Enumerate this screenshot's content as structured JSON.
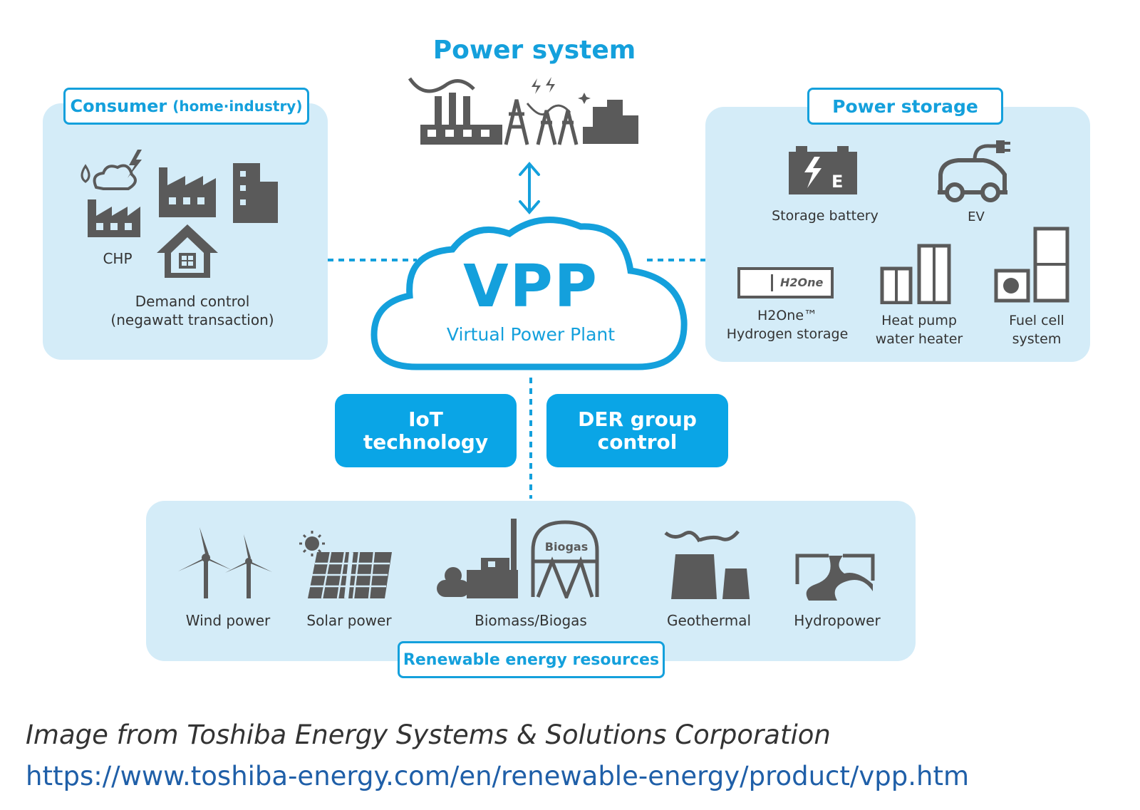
{
  "power_system": {
    "title": "Power system"
  },
  "consumer": {
    "tab_main": "Consumer",
    "tab_sub": "(home·industry)",
    "chp_label": "CHP",
    "demand_line1": "Demand control",
    "demand_line2": "(negawatt transaction)"
  },
  "storage": {
    "tab": "Power storage",
    "battery_label": "Storage battery",
    "ev_label": "EV",
    "h2_logo": "H2One",
    "h2_line1": "H2One™",
    "h2_line2": "Hydrogen storage",
    "heatpump_line1": "Heat pump",
    "heatpump_line2": "water heater",
    "fuelcell_line1": "Fuel cell",
    "fuelcell_line2": "system"
  },
  "vpp": {
    "title": "VPP",
    "subtitle": "Virtual Power Plant"
  },
  "iot": {
    "line1": "IoT",
    "line2": "technology"
  },
  "der": {
    "line1": "DER group",
    "line2": "control"
  },
  "renewable": {
    "tab": "Renewable energy resources",
    "wind": "Wind power",
    "solar": "Solar power",
    "biomass": "Biomass/Biogas",
    "biogas_tank": "Biogas",
    "geothermal": "Geothermal",
    "hydro": "Hydropower"
  },
  "caption": {
    "credit": "Image from Toshiba Energy Systems & Solutions Corporation",
    "url": "https://www.toshiba-energy.com/en/renewable-energy/product/vpp.htm"
  },
  "colors": {
    "accent": "#14a0dc",
    "panel": "#d4ecf8",
    "icon": "#5a5a5a",
    "link": "#1f5fa8"
  }
}
